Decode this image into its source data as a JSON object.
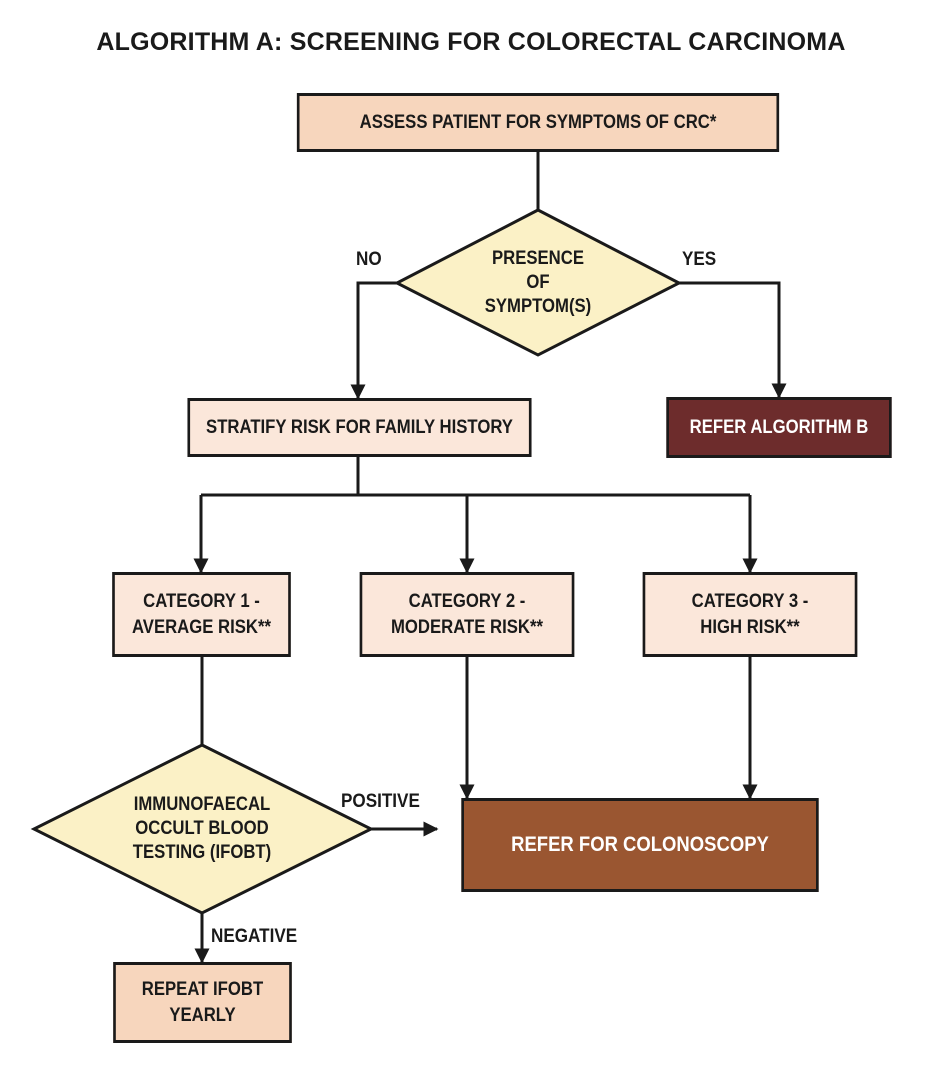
{
  "title": "ALGORITHM A: SCREENING FOR COLORECTAL CARCINOMA",
  "colors": {
    "peach": "#f7d6bd",
    "light_peach": "#fbe7da",
    "diamond_yellow": "#fbf1c6",
    "dark_maroon": "#6d2c2c",
    "brown": "#9a5631",
    "line": "#1a1a1a"
  },
  "nodes": {
    "assess": "ASSESS PATIENT FOR SYMPTOMS OF CRC*",
    "presence": "PRESENCE\nOF\nSYMPTOM(S)",
    "stratify": "STRATIFY RISK FOR FAMILY HISTORY",
    "refer_b": "REFER ALGORITHM B",
    "cat1": "CATEGORY 1 -\nAVERAGE RISK**",
    "cat2": "CATEGORY 2 -\nMODERATE RISK**",
    "cat3": "CATEGORY 3 -\nHIGH RISK**",
    "ifobt": "IMMUNOFAECAL\nOCCULT BLOOD\nTESTING (IFOBT)",
    "colonoscopy": "REFER FOR COLONOSCOPY",
    "repeat": "REPEAT IFOBT\nYEARLY"
  },
  "edge_labels": {
    "no": "NO",
    "yes": "YES",
    "positive": "POSITIVE",
    "negative": "NEGATIVE"
  }
}
